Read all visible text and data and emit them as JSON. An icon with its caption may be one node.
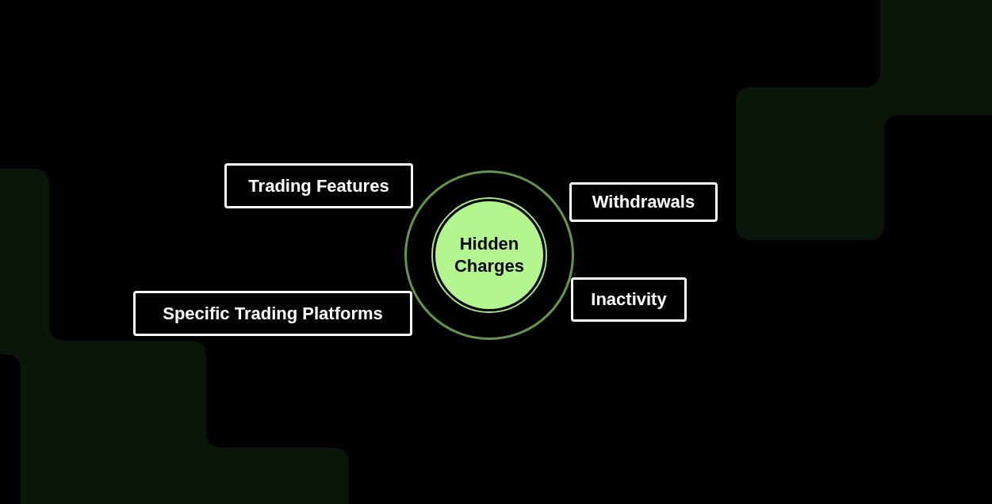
{
  "diagram": {
    "nodes": [
      {
        "text": [
          "Hidden Charges"
        ]
      },
      {
        "text": [
          "Trading Features"
        ]
      },
      {
        "text": [
          "Withdrawals"
        ]
      },
      {
        "text": [
          "Inactivity"
        ]
      },
      {
        "text": [
          "Specific Trading Platforms"
        ]
      }
    ]
  }
}
